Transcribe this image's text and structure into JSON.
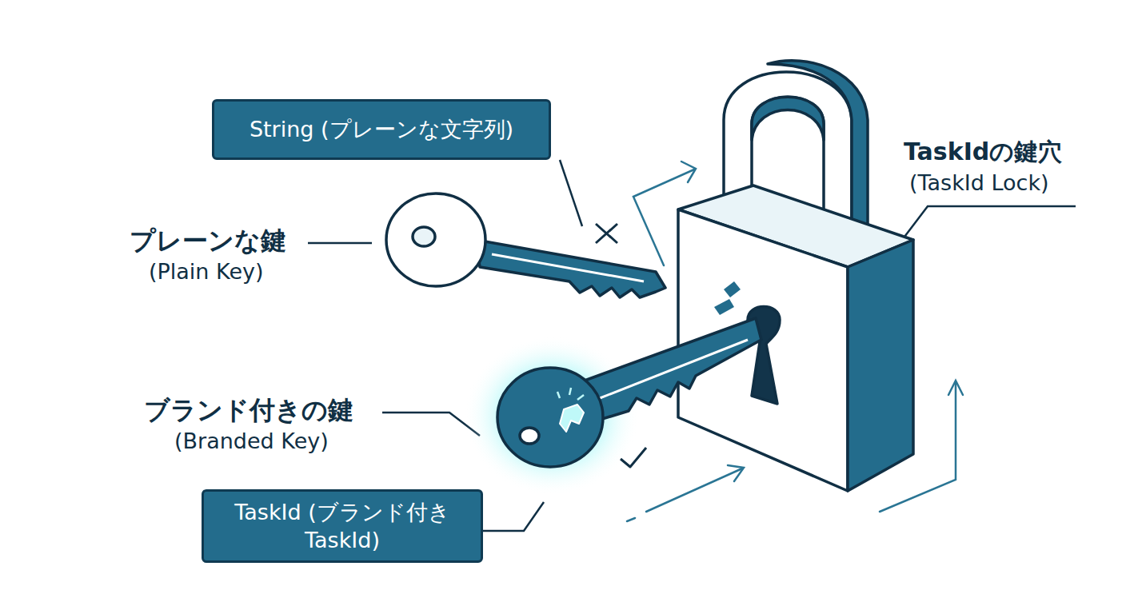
{
  "diagram": {
    "nodes": [
      {
        "text": [
          "String (プレーンな文字列)"
        ]
      },
      {
        "text": [
          "TaskId (ブランド付きTaskId)"
        ]
      }
    ],
    "labels": [
      "プレーンな鍵",
      "(Plain Key)",
      "ブランド付きの鍵",
      "(Branded Key)",
      "TaskIdの鍵穴",
      "(TaskId Lock)"
    ]
  }
}
